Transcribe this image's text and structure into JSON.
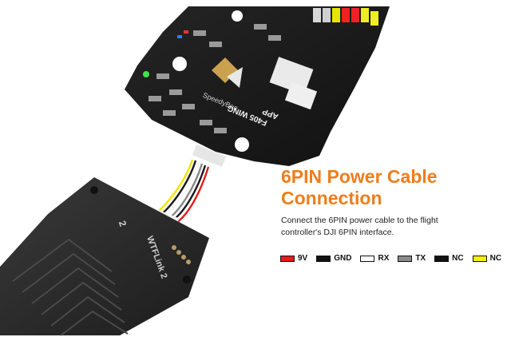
{
  "headline": {
    "line1": "6PIN Power Cable",
    "line2": "Connection"
  },
  "description": {
    "line1": "Connect the 6PIN power cable to the flight",
    "line2": "controller's DJI 6PIN interface."
  },
  "legend": [
    {
      "label": "9V",
      "color": "#e31c1c"
    },
    {
      "label": "GND",
      "color": "#111111"
    },
    {
      "label": "RX",
      "color": "#ffffff"
    },
    {
      "label": "TX",
      "color": "#8a8a8a"
    },
    {
      "label": "NC",
      "color": "#111111"
    },
    {
      "label": "NC",
      "color": "#f4f400"
    }
  ],
  "board_labels": {
    "model": "F405 WING",
    "variant": "APP",
    "brand": "SpeedyBee",
    "vtx_name": "WTFLink 2",
    "vtx_model": "2"
  },
  "colors": {
    "accent": "#ef7d1a",
    "board": "#1b1b1b",
    "vtx_body": "#2a2a2a"
  }
}
